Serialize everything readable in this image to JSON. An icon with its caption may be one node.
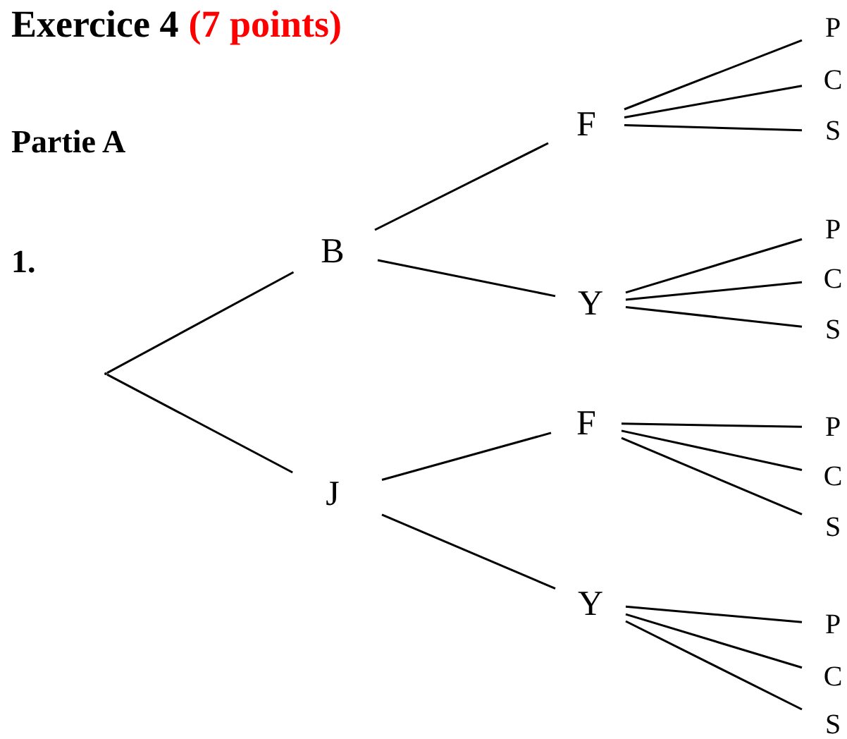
{
  "diagram": {
    "title": "Exercice 4",
    "nodes": [
      {
        "text": [],
        "shape": "point"
      },
      {
        "text": [
          "B"
        ]
      },
      {
        "text": [
          "J"
        ]
      },
      {
        "text": [
          "F"
        ]
      },
      {
        "text": [
          "Y"
        ]
      },
      {
        "text": [
          "F"
        ]
      },
      {
        "text": [
          "Y"
        ]
      },
      {
        "text": [
          "P"
        ]
      },
      {
        "text": [
          "C"
        ]
      },
      {
        "text": [
          "S"
        ]
      },
      {
        "text": [
          "P"
        ]
      },
      {
        "text": [
          "C"
        ]
      },
      {
        "text": [
          "S"
        ]
      },
      {
        "text": [
          "P"
        ]
      },
      {
        "text": [
          "C"
        ]
      },
      {
        "text": [
          "S"
        ]
      },
      {
        "text": [
          "P"
        ]
      },
      {
        "text": [
          "C"
        ]
      },
      {
        "text": [
          "S"
        ]
      }
    ],
    "edges": [
      {
        "from": 0,
        "to": 1,
        "arrow": "none"
      },
      {
        "from": 0,
        "to": 2,
        "arrow": "none"
      },
      {
        "from": 1,
        "to": 3,
        "arrow": "none"
      },
      {
        "from": 1,
        "to": 4,
        "arrow": "none"
      },
      {
        "from": 2,
        "to": 5,
        "arrow": "none"
      },
      {
        "from": 2,
        "to": 6,
        "arrow": "none"
      },
      {
        "from": 3,
        "to": 7,
        "arrow": "none"
      },
      {
        "from": 3,
        "to": 8,
        "arrow": "none"
      },
      {
        "from": 3,
        "to": 9,
        "arrow": "none"
      },
      {
        "from": 4,
        "to": 10,
        "arrow": "none"
      },
      {
        "from": 4,
        "to": 11,
        "arrow": "none"
      },
      {
        "from": 4,
        "to": 12,
        "arrow": "none"
      },
      {
        "from": 5,
        "to": 13,
        "arrow": "none"
      },
      {
        "from": 5,
        "to": 14,
        "arrow": "none"
      },
      {
        "from": 5,
        "to": 15,
        "arrow": "none"
      },
      {
        "from": 6,
        "to": 16,
        "arrow": "none"
      },
      {
        "from": 6,
        "to": 17,
        "arrow": "none"
      },
      {
        "from": 6,
        "to": 18,
        "arrow": "none"
      }
    ],
    "labels": [
      "(7 points)",
      "Partie A",
      "1."
    ]
  }
}
